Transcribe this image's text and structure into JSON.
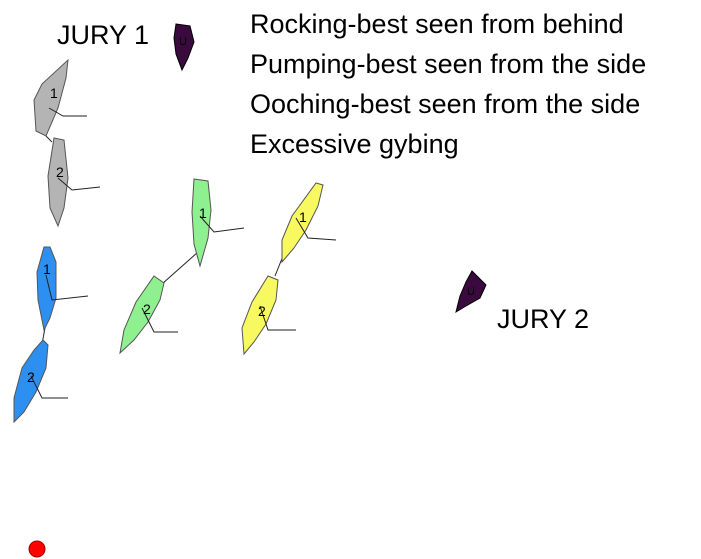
{
  "jury1": {
    "label": "JURY 1",
    "boat_mark": "U"
  },
  "jury2": {
    "label": "JURY 2",
    "boat_mark": "U"
  },
  "notes": [
    "Rocking-best seen from behind",
    "Pumping-best seen from the side",
    "Ooching-best seen from the side",
    "Excessive gybing"
  ],
  "boat_numbers": [
    "1",
    "2"
  ],
  "colors": {
    "grey_pair": "#b4b4b4",
    "blue_pair": "#2d8ff0",
    "green_pair": "#8ef08e",
    "yellow_pair": "#f8f860",
    "jury_boat": "#3a0a3e",
    "mark": "#ff0000"
  }
}
